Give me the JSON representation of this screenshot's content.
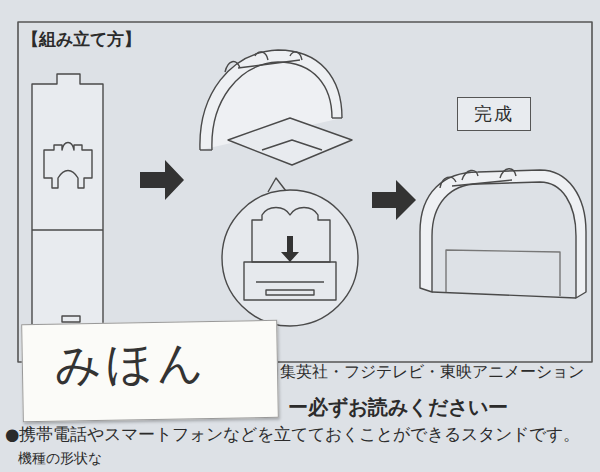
{
  "diagram": {
    "title": "【組み立て方】",
    "nodes": [
      {
        "text": [
          "完成"
        ]
      },
      {
        "text": [
          "みほん"
        ]
      }
    ],
    "labels": [
      "集英社・フジテレビ・東映アニメーション",
      "ー必ずお読みくださいー",
      "●携帯電話やスマートフォンなどを立てておくことができるスタンドです。",
      "機種の形状な"
    ]
  }
}
